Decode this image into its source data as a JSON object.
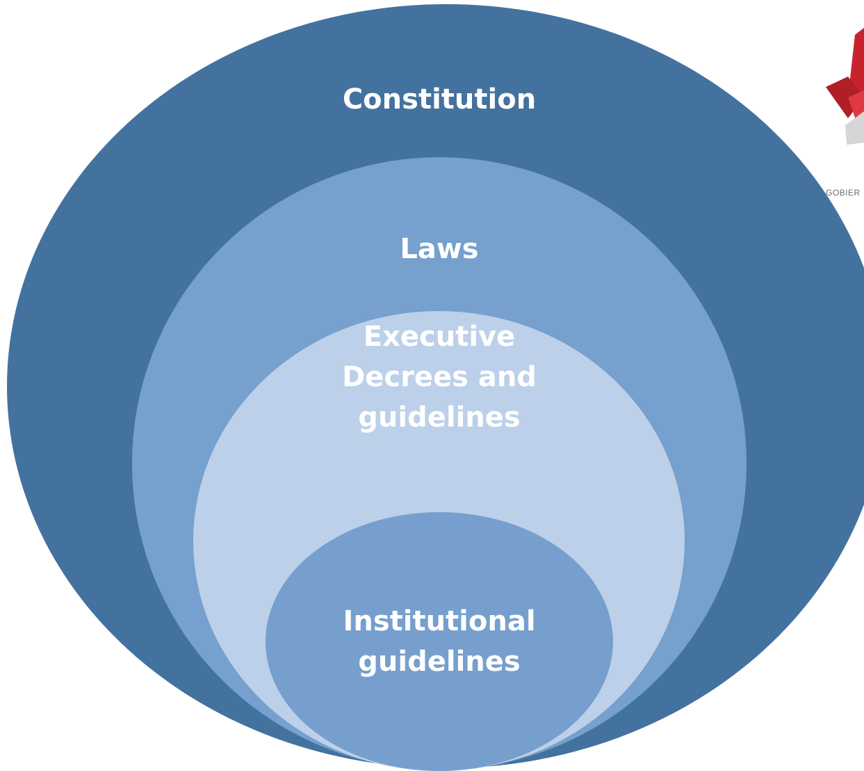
{
  "diagram": {
    "levels": [
      {
        "label": "Constitution",
        "color": "#43729f"
      },
      {
        "label": "Laws",
        "color": "#76a0cd"
      },
      {
        "label": "Executive Decrees and guidelines",
        "color": "#bdd0e9"
      },
      {
        "label": "Institutional guidelines",
        "color": "#769fcd"
      }
    ]
  },
  "logo": {
    "caption": "GOBIER",
    "colors": {
      "red": "#c8232c",
      "grey": "#d9d9d9"
    }
  }
}
